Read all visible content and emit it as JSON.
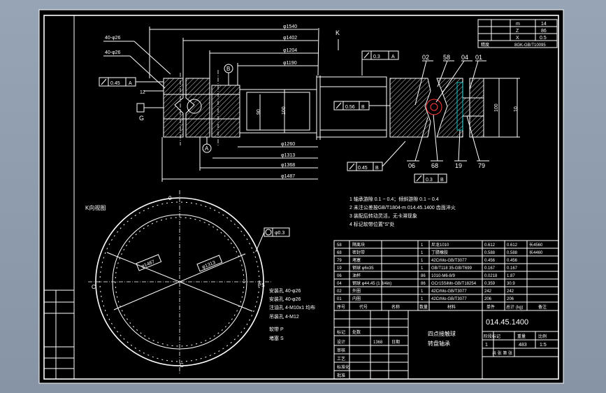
{
  "drawing": {
    "drawing_no": "014.45.1400",
    "title_line1": "四点接触球",
    "title_line2": "转盘轴承",
    "scale": "1:5",
    "sheet_count": "1",
    "weight": "483"
  },
  "params": [
    {
      "label": "m",
      "value": "14"
    },
    {
      "label": "Z",
      "value": "86"
    },
    {
      "label": "X",
      "value": "0.5"
    },
    {
      "label": "精度",
      "value": "8GK-GB/T10095"
    }
  ],
  "dims": {
    "d1540": "φ1540",
    "d1402": "φ1402",
    "d1204": "φ1204",
    "d1190": "φ1190",
    "d1260": "φ1260",
    "d1313": "φ1313",
    "d1368": "φ1368",
    "d1487": "φ1487",
    "h100": "100",
    "h90": "90",
    "h10": "10",
    "d12": "12",
    "holes_outer": "40-φ26",
    "holes_inner": "40-φ26",
    "view_K": "K",
    "k_view_label": "K向视图",
    "radius_top": "0",
    "c_left": "C",
    "c_bottom": "C",
    "p_mark": "P",
    "s_mark": "S",
    "d1487b": "φ1487",
    "d1313b": "φ1313",
    "pos_tol": "φ0.3"
  },
  "tolerances": {
    "t1": "0.45",
    "t1_ref": "A",
    "t2": "0.3",
    "t2_ref": "A",
    "t3": "0.56",
    "t3_ref": "B",
    "t4": "0.45",
    "t4_ref": "B",
    "t5": "0.3",
    "t5_ref": "B"
  },
  "balloons": [
    "02",
    "58",
    "04",
    "01",
    "06",
    "68",
    "19",
    "79"
  ],
  "notes": [
    "1  轴承游隙 0.1 ~ 0.4；倾斜游隙 0.1 ~ 0.4",
    "2  未注公差按GB/T1804-m   014.45.1400   齿面淬火",
    "3  装配后转动灵活，无卡滞现象",
    "4  标记软带位置\"S\"处"
  ],
  "k_legend": [
    "安装孔 40-φ26",
    "安装孔 40-φ26",
    "注油孔 4-M10x1 均布",
    "吊装孔 4-M12",
    "软带 P",
    "堵塞 S"
  ],
  "bom": {
    "rows": [
      {
        "no": "58",
        "name": "隔离块",
        "qty": "1",
        "material": "尼龙1010",
        "unit": "0.612",
        "total": "0.612",
        "note": "长4560"
      },
      {
        "no": "68",
        "name": "密封带",
        "qty": "1",
        "material": "丁腈橡胶",
        "unit": "0.588",
        "total": "0.588",
        "note": "长4460"
      },
      {
        "no": "79",
        "name": "堵塞",
        "qty": "1",
        "material": "42CrMo-GB/T3077",
        "unit": "0.456",
        "total": "0.456",
        "note": ""
      },
      {
        "no": "19",
        "name": "钢球 φ6x35",
        "qty": "1",
        "material": "GB/T118  35-GB/T699",
        "unit": "0.167",
        "total": "0.167",
        "note": ""
      },
      {
        "no": "06",
        "name": "油杯",
        "qty": "86",
        "material": "1010-M6-8/9",
        "unit": "0.0218",
        "total": "1.87",
        "note": ""
      },
      {
        "no": "04",
        "name": "钢球 φ44.45 (1 3/4in)",
        "qty": "86",
        "material": "GCr15SiMn-GB/T18254",
        "unit": "0.359",
        "total": "30.9",
        "note": ""
      },
      {
        "no": "02",
        "name": "外圈",
        "qty": "1",
        "material": "42CrMo-GB/T3077",
        "unit": "242",
        "total": "242",
        "note": ""
      },
      {
        "no": "01",
        "name": "内圈",
        "qty": "1",
        "material": "42CrMo-GB/T3077",
        "unit": "206",
        "total": "206",
        "note": ""
      }
    ],
    "header": {
      "no": "序号",
      "code": "代号",
      "name": "名称",
      "qty": "数量",
      "material": "材料",
      "unit": "单件",
      "total": "总计",
      "weight_unit": "(kg)",
      "note": "备注"
    }
  },
  "title_block": {
    "design": "设计",
    "check": "审核",
    "process": "工艺",
    "standard": "标准化",
    "approve": "批准",
    "date": "日期",
    "mark_col": "标记",
    "count_col": "处数",
    "scale_label": "比例",
    "weight_label": "重量",
    "stage_label": "阶段标记",
    "sheet_label": "共  张  第  张",
    "revision": "1368"
  }
}
